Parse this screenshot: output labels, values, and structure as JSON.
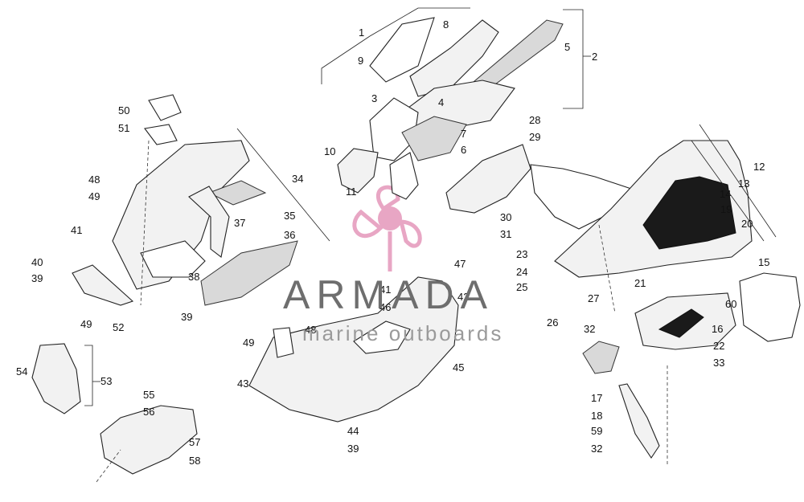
{
  "brand": {
    "name": "ARMADA",
    "tagline": "marine outboards",
    "accent": "#e8a6c4",
    "text_color": "#6e6e6e"
  },
  "callouts": {
    "n1": "1",
    "n2": "2",
    "n3": "3",
    "n4": "4",
    "n5": "5",
    "n6": "6",
    "n7": "7",
    "n8": "8",
    "n9": "9",
    "n10": "10",
    "n11": "11",
    "n12": "12",
    "n13": "13",
    "n14": "14",
    "n15": "15",
    "n16": "16",
    "n17": "17",
    "n18": "18",
    "n19": "19",
    "n20": "20",
    "n21": "21",
    "n22": "22",
    "n23": "23",
    "n24": "24",
    "n25": "25",
    "n26": "26",
    "n27": "27",
    "n28": "28",
    "n29": "29",
    "n30": "30",
    "n31": "31",
    "n32a": "32",
    "n32b": "32",
    "n33": "33",
    "n34": "34",
    "n35": "35",
    "n36": "36",
    "n37": "37",
    "n38": "38",
    "n39a": "39",
    "n39b": "39",
    "n39c": "39",
    "n40": "40",
    "n41a": "41",
    "n41b": "41",
    "n42": "42",
    "n43": "43",
    "n44": "44",
    "n45": "45",
    "n46": "46",
    "n47": "47",
    "n48a": "48",
    "n48b": "48",
    "n49a": "49",
    "n49b": "49",
    "n49c": "49",
    "n50": "50",
    "n51": "51",
    "n52": "52",
    "n53": "53",
    "n54": "54",
    "n55": "55",
    "n56": "56",
    "n57": "57",
    "n58": "58",
    "n59": "59",
    "n60": "60"
  }
}
